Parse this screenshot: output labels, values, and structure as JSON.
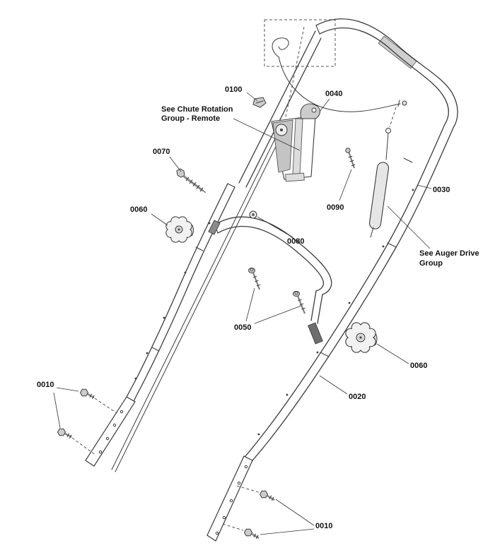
{
  "diagram": {
    "part_labels": {
      "p0010": "0010",
      "p0020": "0020",
      "p0030": "0030",
      "p0040": "0040",
      "p0050": "0050",
      "p0060": "0060",
      "p0070": "0070",
      "p0080": "0080",
      "p0090": "0090",
      "p0100": "0100"
    },
    "callouts": {
      "chute_line1": "See Chute Rotation",
      "chute_line2": "Group - Remote",
      "auger_line1": "See Auger Drive",
      "auger_line2": "Group"
    },
    "colors": {
      "line": "#3b3b3b",
      "label_text": "#111111",
      "background": "#ffffff"
    }
  }
}
